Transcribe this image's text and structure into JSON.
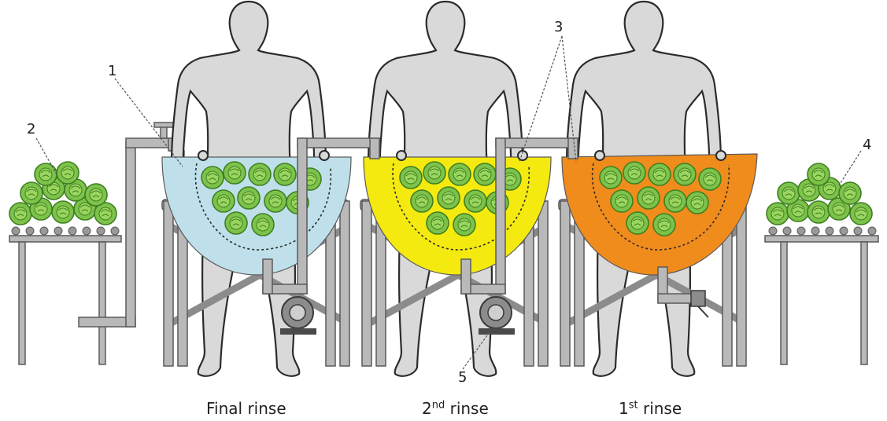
{
  "colors": {
    "final_rinse_water": "#bfe0ea",
    "second_rinse_water": "#f5ea10",
    "first_rinse_water": "#f08c1c",
    "pipe": "#b9b9b9",
    "pipe_edge": "#5a5a5a",
    "person_fill": "#d9d9d9",
    "person_outline": "#2b2b2b",
    "lettuce": "#7dc24a",
    "lettuce_dark": "#3f7f22",
    "label_text": "#222222"
  },
  "labels": {
    "one": "1",
    "two": "2",
    "three": "3",
    "four": "4",
    "five": "5"
  },
  "captions": {
    "final": "Final rinse",
    "second_prefix": "2",
    "second_sup": "nd",
    "second_word": " rinse",
    "first_prefix": "1",
    "first_sup": "st",
    "first_word": " rinse"
  }
}
